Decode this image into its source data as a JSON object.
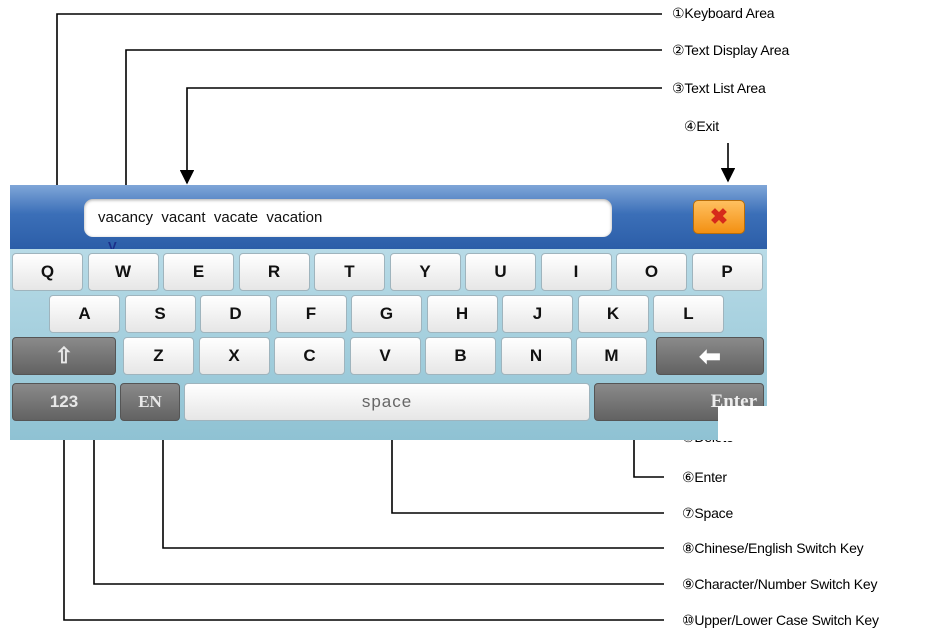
{
  "callouts": {
    "c1": "①Keyboard Area",
    "c2": "②Text Display Area",
    "c3": "③Text List Area",
    "c4": "④Exit",
    "c5": "⑤Delete",
    "c6": "⑥Enter",
    "c7": "⑦Space",
    "c8": "⑧Chinese/English Switch Key",
    "c9": "⑨Character/Number Switch Key",
    "c10": "⑩Upper/Lower Case Switch Key"
  },
  "screen": {
    "text_list": "vacancy  vacant  vacate  vacation",
    "input_letter": "V",
    "exit_glyph": "✖",
    "accent_color": "#f39012",
    "topbar_color": "#3b6fb8"
  },
  "keyboard": {
    "row1": [
      "Q",
      "W",
      "E",
      "R",
      "T",
      "Y",
      "U",
      "I",
      "O",
      "P"
    ],
    "row2": [
      "A",
      "S",
      "D",
      "F",
      "G",
      "H",
      "J",
      "K",
      "L"
    ],
    "row3": [
      "Z",
      "X",
      "C",
      "V",
      "B",
      "N",
      "M"
    ],
    "shift_glyph": "⇧",
    "delete_glyph": "⬅",
    "num_label": "123",
    "lang_label": "EN",
    "space_label": "space",
    "enter_label": "Enter"
  }
}
